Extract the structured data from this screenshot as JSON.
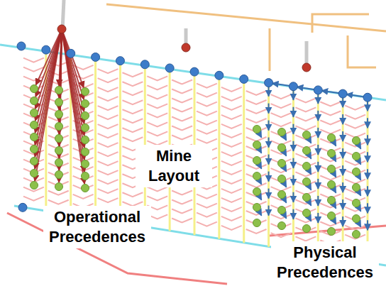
{
  "diagram": {
    "labels": [
      "Mine Layout",
      "Operational Precedences",
      "Physical Precedences"
    ]
  }
}
